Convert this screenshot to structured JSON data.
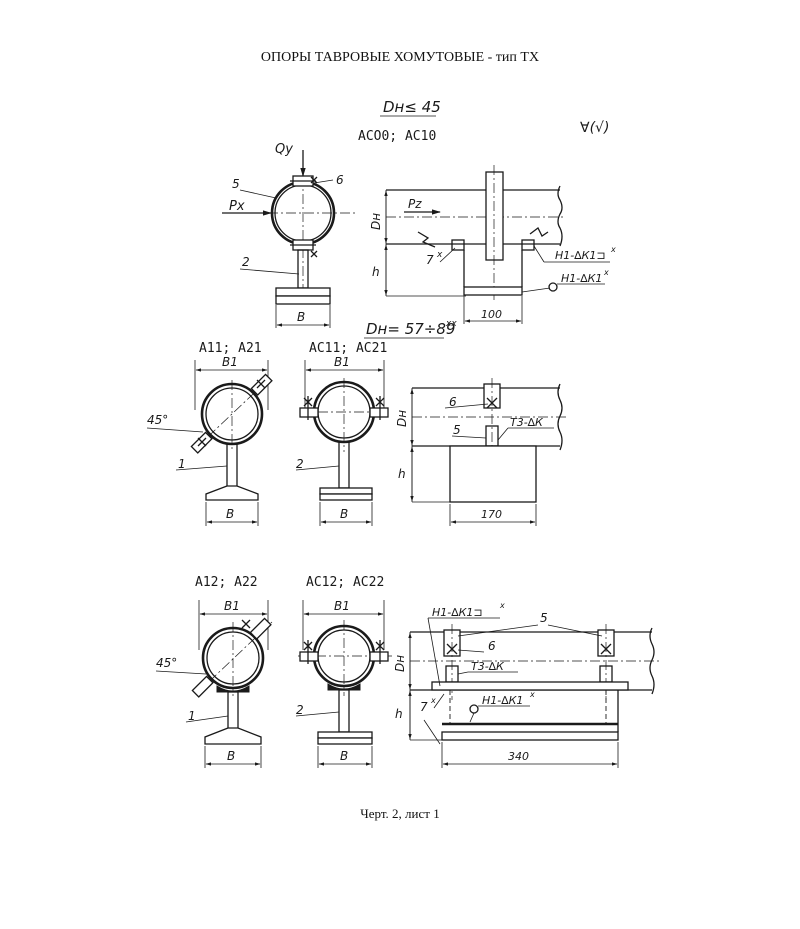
{
  "title": "ОПОРЫ ТАВРОВЫЕ ХОМУТОВЫЕ - тип ТХ",
  "footer": "Черт. 2, лист 1",
  "top": {
    "diameter_heading": "Dн≤ 45",
    "variants": "АСО0; АС10",
    "roughness": "∀(√)",
    "load_vertical": "Qy",
    "load_horizontal": "Px",
    "pos_clamp": "5",
    "pos_bolt": "6",
    "pos_post": "2",
    "width_b": "B",
    "side_diameter": "Dн",
    "side_height": "h",
    "side_force": "Pz",
    "side_pos": "7",
    "side_pos_mark": "x",
    "weld_upper": "Н1-∆К1⊐",
    "weld_lower": "Н1-∆К1",
    "weld_mark": "x",
    "length": "100"
  },
  "middle": {
    "diameter_heading": "Dн= 57÷89",
    "diameter_mark": "xx",
    "left_variants": "А11; А21",
    "right_variants": "АС11; АС21",
    "width_b1": "B1",
    "width_b": "B",
    "angle": "45°",
    "pos_left": "1",
    "pos_right": "2",
    "side_diameter": "Dн",
    "side_height": "h",
    "side_pos_bolt": "6",
    "side_pos_clamp": "5",
    "weld": "Т3-∆К",
    "length": "170"
  },
  "bottom": {
    "left_variants": "А12; А22",
    "right_variants": "АС12; АС22",
    "width_b1": "B1",
    "width_b": "B",
    "angle": "45°",
    "pos_left": "1",
    "pos_right": "2",
    "side_diameter": "Dн",
    "side_height": "h",
    "weld_upper": "Н1-∆К1⊐",
    "weld_upper_mark": "x",
    "side_pos_clamp": "5",
    "side_pos_bolt": "6",
    "weld_middle": "Т3-∆К",
    "side_pos": "7",
    "side_pos_mark": "x",
    "weld_lower": "Н1-∆К1",
    "weld_lower_mark": "x",
    "length": "340"
  }
}
